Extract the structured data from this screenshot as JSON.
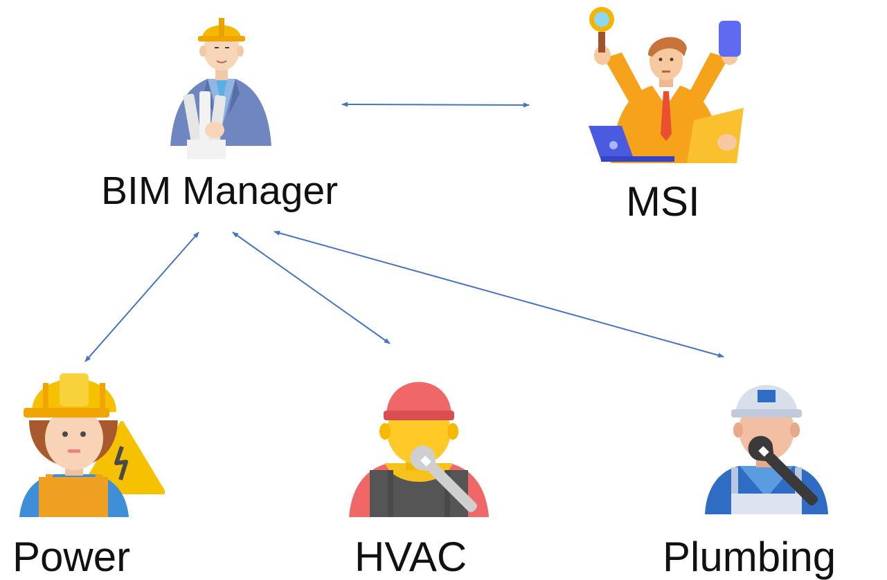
{
  "nodes": {
    "bim_manager": {
      "label": "BIM Manager",
      "icon": "engineer-with-blueprints-icon"
    },
    "msi": {
      "label": "MSI",
      "icon": "multitasking-businessman-icon"
    },
    "power": {
      "label": "Power",
      "icon": "electrician-with-warning-sign-icon"
    },
    "hvac": {
      "label": "HVAC",
      "icon": "hvac-technician-with-wrench-icon"
    },
    "plumbing": {
      "label": "Plumbing",
      "icon": "plumber-with-wrench-icon"
    }
  },
  "connections": [
    {
      "from": "bim_manager",
      "to": "msi",
      "direction": "bidirectional"
    },
    {
      "from": "bim_manager",
      "to": "power",
      "direction": "bidirectional"
    },
    {
      "from": "bim_manager",
      "to": "hvac",
      "direction": "bidirectional"
    },
    {
      "from": "bim_manager",
      "to": "plumbing",
      "direction": "bidirectional"
    }
  ],
  "colors": {
    "arrow": "#4472C4",
    "label_text": "#111111"
  }
}
